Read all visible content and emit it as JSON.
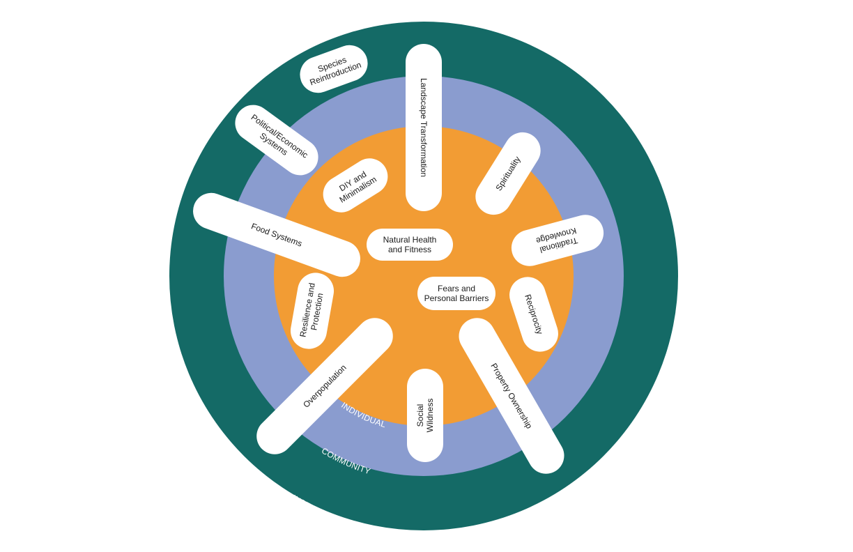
{
  "colors": {
    "institutional": "#146a66",
    "community": "#8a9ccf",
    "individual": "#f29c34",
    "pill": "#ffffff",
    "text": "#1a1a1a"
  },
  "rings": {
    "institutional": "INSTITUTIONAL",
    "community": "COMMUNITY",
    "individual": "INDIVIDUAL"
  },
  "pills": [
    {
      "id": "species-reintroduction",
      "lines": [
        "Species",
        "Reintroduction"
      ]
    },
    {
      "id": "political-economic-systems",
      "lines": [
        "Political/Economic",
        "Systems"
      ]
    },
    {
      "id": "landscape-transformation",
      "lines": [
        "Landscape Transformation"
      ]
    },
    {
      "id": "spirituality",
      "lines": [
        "Spirituality"
      ]
    },
    {
      "id": "diy-and-minimalism",
      "lines": [
        "DIY and",
        "Minimalism"
      ]
    },
    {
      "id": "food-systems",
      "lines": [
        "Food Systems"
      ]
    },
    {
      "id": "natural-health-and-fitness",
      "lines": [
        "Natural Health",
        "and Fitness"
      ]
    },
    {
      "id": "traditional-knowledge",
      "lines": [
        "Traditional",
        "Knowledge"
      ]
    },
    {
      "id": "fears-and-personal-barriers",
      "lines": [
        "Fears and",
        "Personal Barriers"
      ]
    },
    {
      "id": "resilience-and-protection",
      "lines": [
        "Resilience and",
        "Protection"
      ]
    },
    {
      "id": "reciprocity",
      "lines": [
        "Reciprocity"
      ]
    },
    {
      "id": "overpopulation",
      "lines": [
        "Overpopulation"
      ]
    },
    {
      "id": "social-wildness",
      "lines": [
        "Social",
        "Wildness"
      ]
    },
    {
      "id": "property-ownership",
      "lines": [
        "Property Ownership"
      ]
    }
  ]
}
